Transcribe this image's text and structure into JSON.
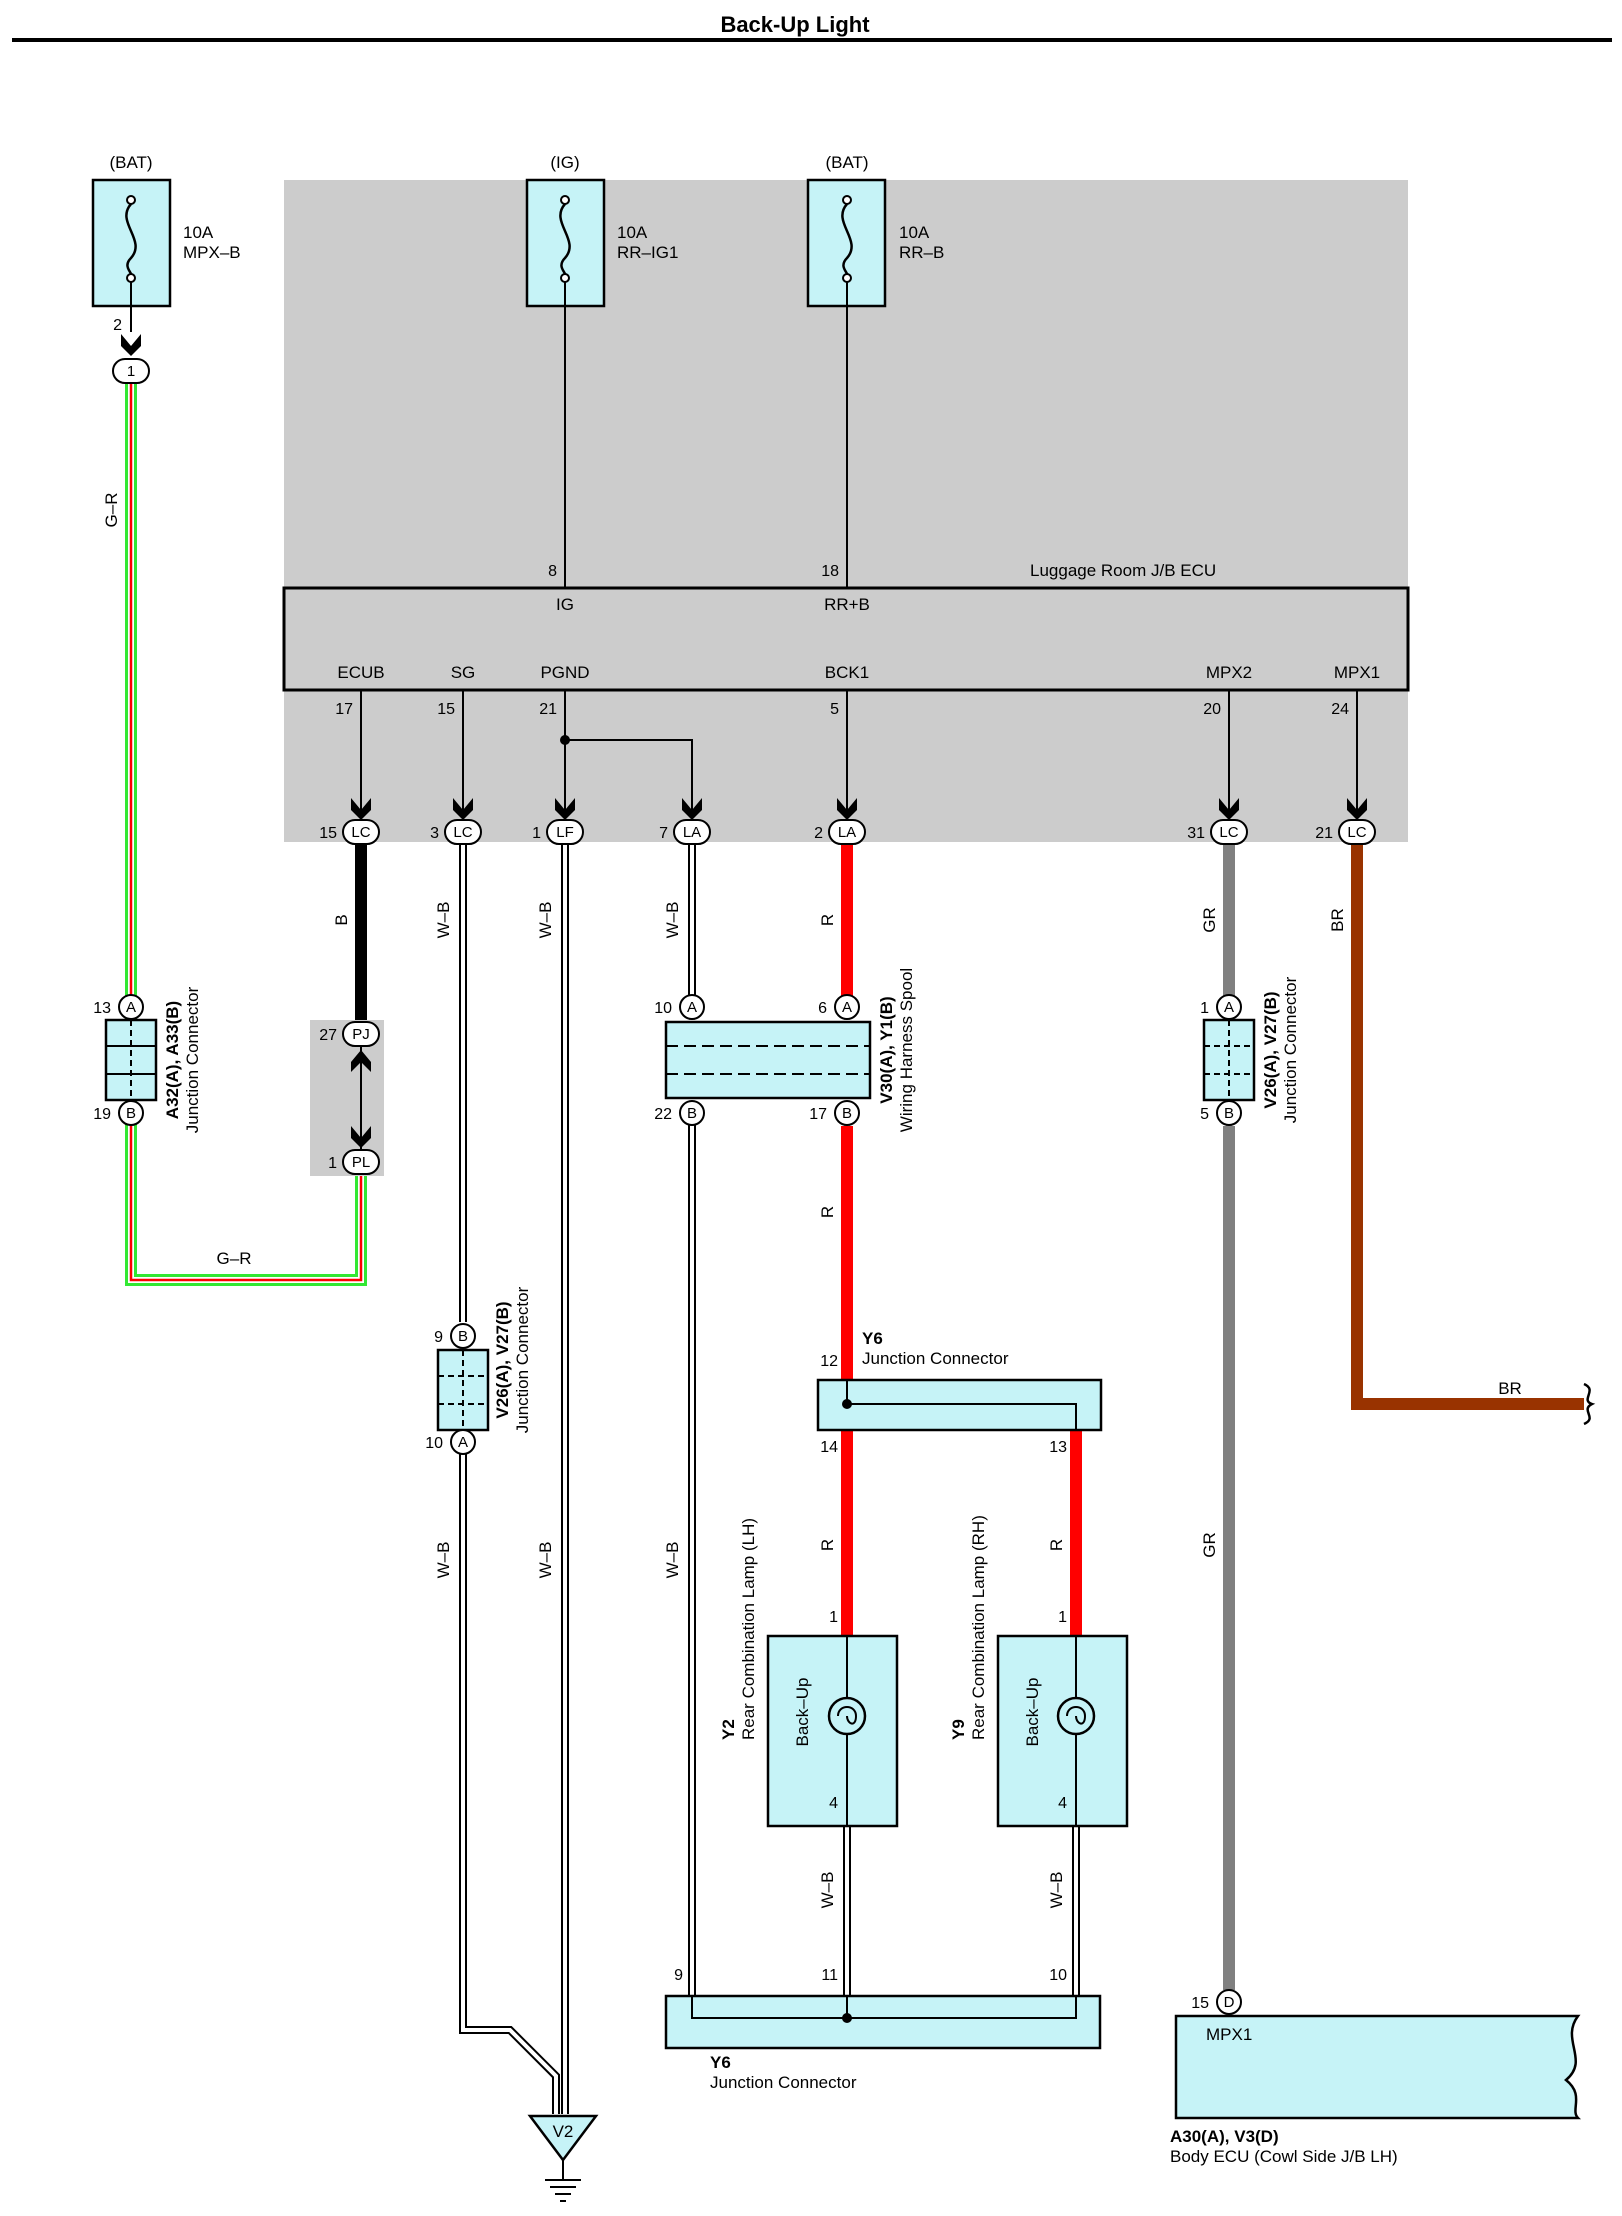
{
  "title": "Back-Up Light",
  "colors": {
    "red": "#ff0000",
    "black": "#000000",
    "green": "#33e833",
    "gray": "#808080",
    "brown": "#993300",
    "connector_fill": "#c6f3f7",
    "jb_fill": "#cccccc"
  },
  "fuses": [
    {
      "source": "(BAT)",
      "rating": "10A",
      "name": "MPX–B",
      "pin": "2",
      "conn": "1"
    },
    {
      "source": "(IG)",
      "rating": "10A",
      "name": "RR–IG1"
    },
    {
      "source": "(BAT)",
      "rating": "10A",
      "name": "RR–B"
    }
  ],
  "ecu": {
    "name": "Luggage Room J/B ECU",
    "top_pins": [
      {
        "num": "8",
        "label": "IG"
      },
      {
        "num": "18",
        "label": "RR+B"
      }
    ],
    "bottom_pins": [
      {
        "label": "ECUB",
        "num": "17",
        "conn_pin": "15",
        "conn": "LC"
      },
      {
        "label": "SG",
        "num": "15",
        "conn_pin": "3",
        "conn": "LC"
      },
      {
        "label": "PGND",
        "num": "21",
        "conn_pin": "1",
        "conn": "LF"
      },
      {
        "label": "",
        "num": "",
        "conn_pin": "7",
        "conn": "LA"
      },
      {
        "label": "BCK1",
        "num": "5",
        "conn_pin": "2",
        "conn": "LA"
      },
      {
        "label": "MPX2",
        "num": "20",
        "conn_pin": "31",
        "conn": "LC"
      },
      {
        "label": "MPX1",
        "num": "24",
        "conn_pin": "21",
        "conn": "LC"
      }
    ]
  },
  "wires": {
    "g_r_1": "G–R",
    "g_r_2": "G–R",
    "b": "B",
    "w_b": "W–B",
    "r": "R",
    "gr": "GR",
    "br": "BR"
  },
  "jc_a32": {
    "label": "A32(A), A33(B)",
    "sub": "Junction Connector",
    "pin_top": "13",
    "conn_top": "A",
    "pin_bot": "19",
    "conn_bot": "B"
  },
  "pj": {
    "pin": "27",
    "conn": "PJ"
  },
  "pl": {
    "pin": "1",
    "conn": "PL"
  },
  "jc_v26_left": {
    "label": "V26(A), V27(B)",
    "sub": "Junction Connector",
    "pin_top": "9",
    "conn_top": "B",
    "pin_bot": "10",
    "conn_bot": "A"
  },
  "jc_v26_right": {
    "label": "V26(A), V27(B)",
    "sub": "Junction Connector",
    "pin_top": "1",
    "conn_top": "A",
    "pin_bot": "5",
    "conn_bot": "B"
  },
  "spool": {
    "label": "V30(A), Y1(B)",
    "sub": "Wiring Harness Spool",
    "pin_tl": "10",
    "conn_tl": "A",
    "pin_tr": "6",
    "conn_tr": "A",
    "pin_bl": "22",
    "conn_bl": "B",
    "pin_br": "17",
    "conn_br": "B"
  },
  "y6_top": {
    "label": "Y6",
    "sub": "Junction Connector",
    "pin_in": "12",
    "pin_out_l": "14",
    "pin_out_r": "13"
  },
  "lamp_lh": {
    "id": "Y2",
    "name": "Rear Combination Lamp (LH)",
    "inner": "Back–Up",
    "pin_top": "1",
    "pin_bot": "4"
  },
  "lamp_rh": {
    "id": "Y9",
    "name": "Rear Combination Lamp (RH)",
    "inner": "Back–Up",
    "pin_top": "1",
    "pin_bot": "4"
  },
  "y6_bot": {
    "label": "Y6",
    "sub": "Junction Connector",
    "pin_l": "9",
    "pin_m": "11",
    "pin_r": "10"
  },
  "ground": {
    "label": "V2"
  },
  "body_ecu": {
    "id": "A30(A), V3(D)",
    "name": "Body ECU (Cowl Side J/B LH)",
    "pin": "15",
    "conn": "D",
    "terminal": "MPX1"
  }
}
